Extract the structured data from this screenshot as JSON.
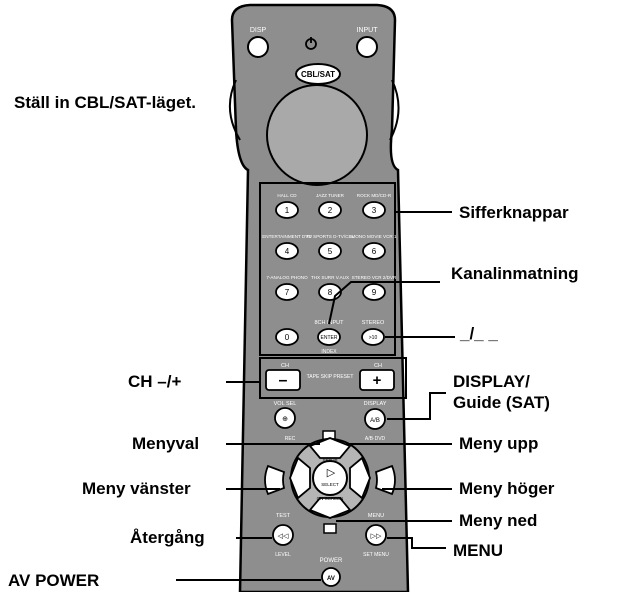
{
  "instruction": "Ställ in CBL/SAT-läget.",
  "remote": {
    "top_buttons": {
      "disp": "DISP",
      "input": "INPUT",
      "cbl_sat": "CBL/SAT"
    },
    "digit_key_captions": [
      {
        "digit": "1",
        "caption": "HALL CD"
      },
      {
        "digit": "2",
        "caption": "JAZZ TUNER"
      },
      {
        "digit": "3",
        "caption": "ROCK MD/CD-R"
      },
      {
        "digit": "4",
        "caption": "ENTERTAINMENT DVD"
      },
      {
        "digit": "5",
        "caption": "TV SPORTS D-TV/CBL"
      },
      {
        "digit": "6",
        "caption": "MONO MOVIE VCR 1"
      },
      {
        "digit": "7",
        "caption": "7-ANALOG PHONO"
      },
      {
        "digit": "8",
        "caption": "THX SURR V.AUX"
      },
      {
        "digit": "9",
        "caption": "STEREO VCR 2/DVR"
      },
      {
        "digit": "0",
        "caption": ""
      }
    ],
    "enter_key": {
      "caption": "8CH INPUT",
      "label": "ENTER",
      "sub": "INDEX"
    },
    "ten_key": {
      "caption": "STEREO",
      "label": ">10"
    },
    "ch_bar": {
      "left_caption": "CH",
      "center_caption": "TAPE SKIP PRESET",
      "right_caption": "CH",
      "minus": "–",
      "plus": "+"
    },
    "vol_sel": {
      "caption": "VOL SEL",
      "sub": "REC"
    },
    "display_btn": {
      "caption": "DISPLAY",
      "label": "A/B",
      "sub": "A/B·DVD"
    },
    "nav_ring": {
      "center": "SELECT",
      "top": "SETUP",
      "bottom": "ON SCREEN"
    },
    "bottom_keys": {
      "test_caption": "TEST",
      "test_sub": "LEVEL",
      "menu_caption": "MENU",
      "menu_sub": "SET MENU",
      "power_caption": "POWER",
      "av_label": "AV"
    }
  },
  "labels": {
    "sifferknappar": "Sifferknappar",
    "kanalinmatning": "Kanalinmatning",
    "dash": "_/_ _",
    "ch": "CH –/+",
    "display_1": "DISPLAY/",
    "display_2": "Guide (SAT)",
    "menyval": "Menyval",
    "meny_upp": "Meny upp",
    "meny_vanster": "Meny vänster",
    "meny_hoger": "Meny höger",
    "meny_ned": "Meny ned",
    "atergang": "Återgång",
    "menu": "MENU",
    "av_power": "AV POWER"
  },
  "colors": {
    "body": "#8e8e8e",
    "button": "#ffffff",
    "ink": "#000000"
  }
}
